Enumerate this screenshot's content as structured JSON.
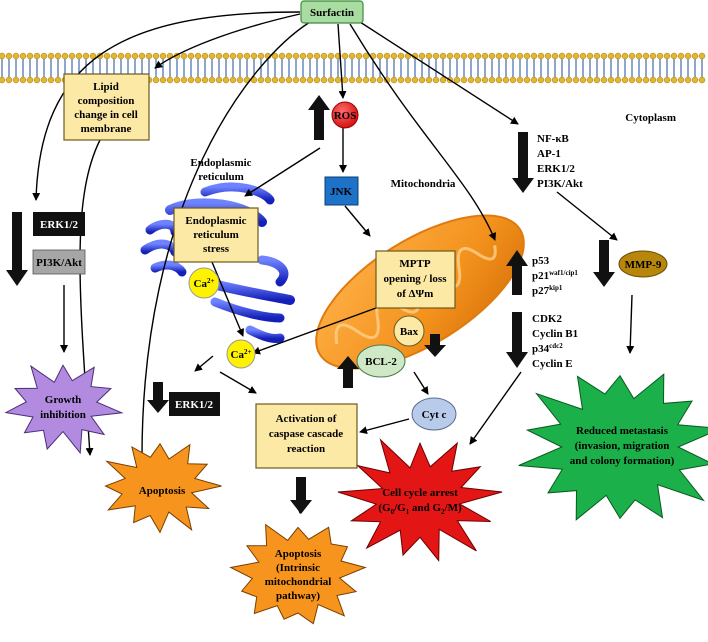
{
  "title": "Surfactin",
  "labels": {
    "cytoplasm": "Cytoplasm",
    "mitochondria": "Mitochondria",
    "er": [
      "Endoplasmic",
      "reticulum"
    ]
  },
  "boxes": {
    "lipid": [
      "Lipid",
      "composition",
      "change in cell",
      "membrane"
    ],
    "er_stress": [
      "Endoplasmic",
      "reticulum",
      "stress"
    ],
    "mptp": [
      "MPTP",
      "opening / loss",
      "of ΔΨm"
    ],
    "caspase": [
      "Activation of",
      "caspase cascade",
      "reaction"
    ]
  },
  "nodes": {
    "ros": "ROS",
    "jnk": "JNK",
    "ca_er": "Ca2+",
    "ca_cyto": "Ca2+",
    "bax": "Bax",
    "bcl2": "BCL-2",
    "cytc": "Cyt c",
    "mmp9": "MMP-9",
    "erk_left": "ERK1/2",
    "pi3k_left": "PI3K/Akt",
    "erk_mid": "ERK1/2"
  },
  "lists": {
    "nfkb": [
      "NF-κB",
      "AP-1",
      "ERK1/2",
      "PI3K/Akt"
    ],
    "p53": [
      "p53",
      "p21",
      "p27"
    ],
    "p53_sup": [
      "",
      "waf1/cip1",
      "kip1"
    ],
    "cdk": [
      "CDK2",
      "Cyclin B1",
      "p34",
      "Cyclin E"
    ],
    "cdk_sup": [
      "",
      "",
      "cdc2",
      ""
    ]
  },
  "outcomes": {
    "growth": [
      "Growth",
      "inhibition"
    ],
    "apoptosis": "Apoptosis",
    "apoptosis_intrinsic": [
      "Apoptosis",
      "(Intrinsic",
      "mitochondrial",
      "pathway)"
    ],
    "cell_cycle": [
      "Cell cycle arrest",
      "(G0/G1 and G2/M)"
    ],
    "metastasis": [
      "Reduced metastasis",
      "(invasion, migration",
      "and colony formation)"
    ]
  },
  "colors": {
    "box_fill": "#fde9a6",
    "box_stroke": "#6b5a1e",
    "surfactin_fill": "#a9dca0",
    "surfactin_stroke": "#3c8a3c",
    "membrane_head": "#e3b62e",
    "membrane_tail": "#1b4d9b",
    "er_blue": "#2b3fd6",
    "mito_orange": "#f3921d",
    "ros_red": "#e01515",
    "jnk_blue": "#1e73c8",
    "ca_yellow": "#fff200",
    "bcl_green": "#cfe8c6",
    "cytc_blue": "#b9cbea",
    "mmp_brown": "#b7860b",
    "erk_black": "#111111",
    "pi3k_grey": "#a6a6a6",
    "growth_purple": "#b28be0",
    "apoptosis_orange": "#f7941d",
    "cellcycle_red": "#e31515",
    "metastasis_green": "#1cb04a"
  }
}
